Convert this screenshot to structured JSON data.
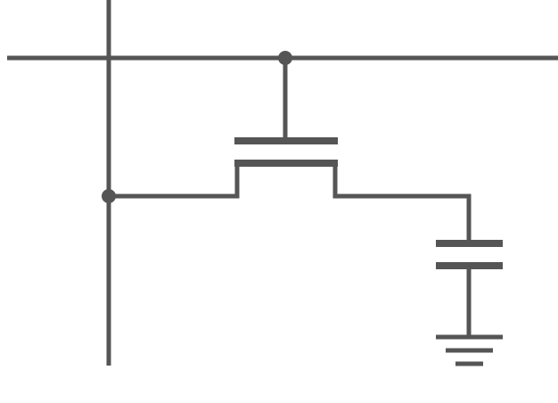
{
  "diagram": {
    "kind": "circuit-schematic",
    "components": [
      "transistor",
      "capacitor",
      "ground"
    ],
    "stroke_color": "#555555",
    "background": "#ffffff"
  }
}
